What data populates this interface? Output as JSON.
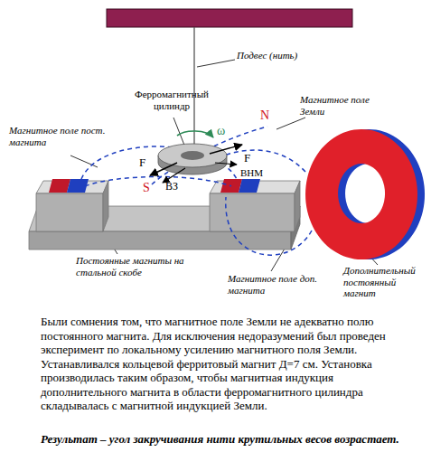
{
  "diagram": {
    "caption": "Были сомнения том, что магнитное поле Земли не адекватно полю постоянного магнита. Для исключения недоразумений был проведен эксперимент по локальному усилению магнитного поля Земли. Устанавливался кольцевой ферритовый магнит Д=7 см. Установка производилась таким образом, чтобы магнитная индукция дополнительного магнита в области ферромагнитного цилиндра складывалась с магнитной индукцией Земли.",
    "labels": [
      "Подвес (нить)",
      "Ферромагнитный цилиндр",
      "Магнитное поле Земли",
      "N",
      "Магнитное поле пост. магнита",
      "F",
      "S",
      "BЗ",
      "ω",
      "F",
      "BНМ",
      "Постоянные магниты на стальной скобе",
      "Магнитное поле доп. магнита",
      "Дополнительный постоянный магнит",
      "Результат – угол закручивания нити крутильных весов возрастает."
    ]
  }
}
